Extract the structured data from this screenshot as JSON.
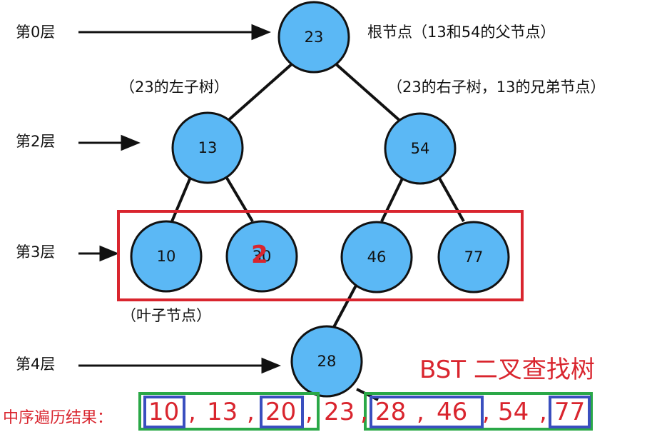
{
  "levels": [
    "第0层",
    "第2层",
    "第3层",
    "第4层"
  ],
  "annotations": {
    "root": "根节点（13和54的父节点）",
    "left_subtree": "（23的左子树）",
    "right_subtree": "（23的右子树，13的兄弟节点）",
    "leaf": "（叶子节点）"
  },
  "nodes": [
    "23",
    "13",
    "54",
    "10",
    "30",
    "46",
    "77",
    "28"
  ],
  "overlay_mark": "2",
  "title": "BST 二叉查找树",
  "inorder": {
    "label": "中序遍历结果：",
    "sequence": [
      "10",
      "13",
      "20",
      "23",
      "28",
      "46",
      "54",
      "77"
    ],
    "separator": ","
  },
  "colors": {
    "node_fill": "#5bb8f5",
    "node_stroke": "#111111",
    "highlight_red": "#d9252e",
    "box_green": "#2aa847",
    "box_blue": "#3a4fbf"
  }
}
